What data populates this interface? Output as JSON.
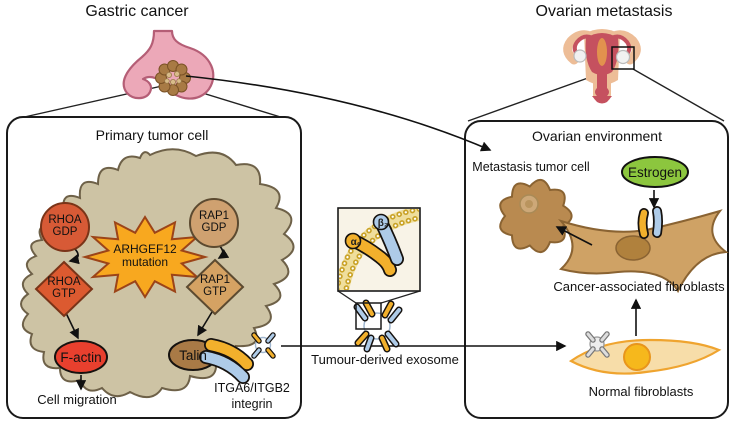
{
  "header": {
    "left_title": "Gastric cancer",
    "right_title": "Ovarian metastasis"
  },
  "primary_box": {
    "title": "Primary tumor cell",
    "nodes": {
      "rhoa_gdp": "RHOA GDP",
      "rhoa_gtp": "RHOA GTP",
      "rap1_gdp": "RAP1 GDP",
      "rap1_gtp": "RAP1 GTP",
      "mutation": "ARHGEF12 mutation",
      "f_actin": "F-actin",
      "talin": "Talin"
    },
    "labels": {
      "cell_migration": "Cell migration",
      "integrin": "ITGA6/ITGB2 integrin"
    }
  },
  "middle": {
    "inset": {
      "beta2": "β₂",
      "alpha6": "α₆"
    },
    "exosome_label": "Tumour-derived exosome"
  },
  "ovarian_box": {
    "title": "Ovarian environment",
    "labels": {
      "met_cell": "Metastasis tumor cell",
      "estrogen": "Estrogen",
      "caf": "Cancer-associated fibroblasts",
      "nf": "Normal fibroblasts"
    }
  },
  "colors": {
    "stomach": "#ECA8B8",
    "stomach_stroke": "#B55E76",
    "uterus_pink": "#C5515F",
    "uterus_peach": "#EDBD97",
    "tumor_cell_body": "#CDC3A4",
    "rhoa": "#D75A36",
    "rap1": "#CFA170",
    "mutation_star": "#F8A81F",
    "f_actin": "#E8402E",
    "talin": "#A97A46",
    "integrin_yellow": "#F2B02C",
    "integrin_blue": "#AECBE8",
    "estrogen_green": "#8CC63E",
    "met_cell": "#B98A50",
    "caf_body": "#CFA265",
    "nf_body": "#F7DDA9",
    "nf_nucleus": "#F6B81C"
  }
}
